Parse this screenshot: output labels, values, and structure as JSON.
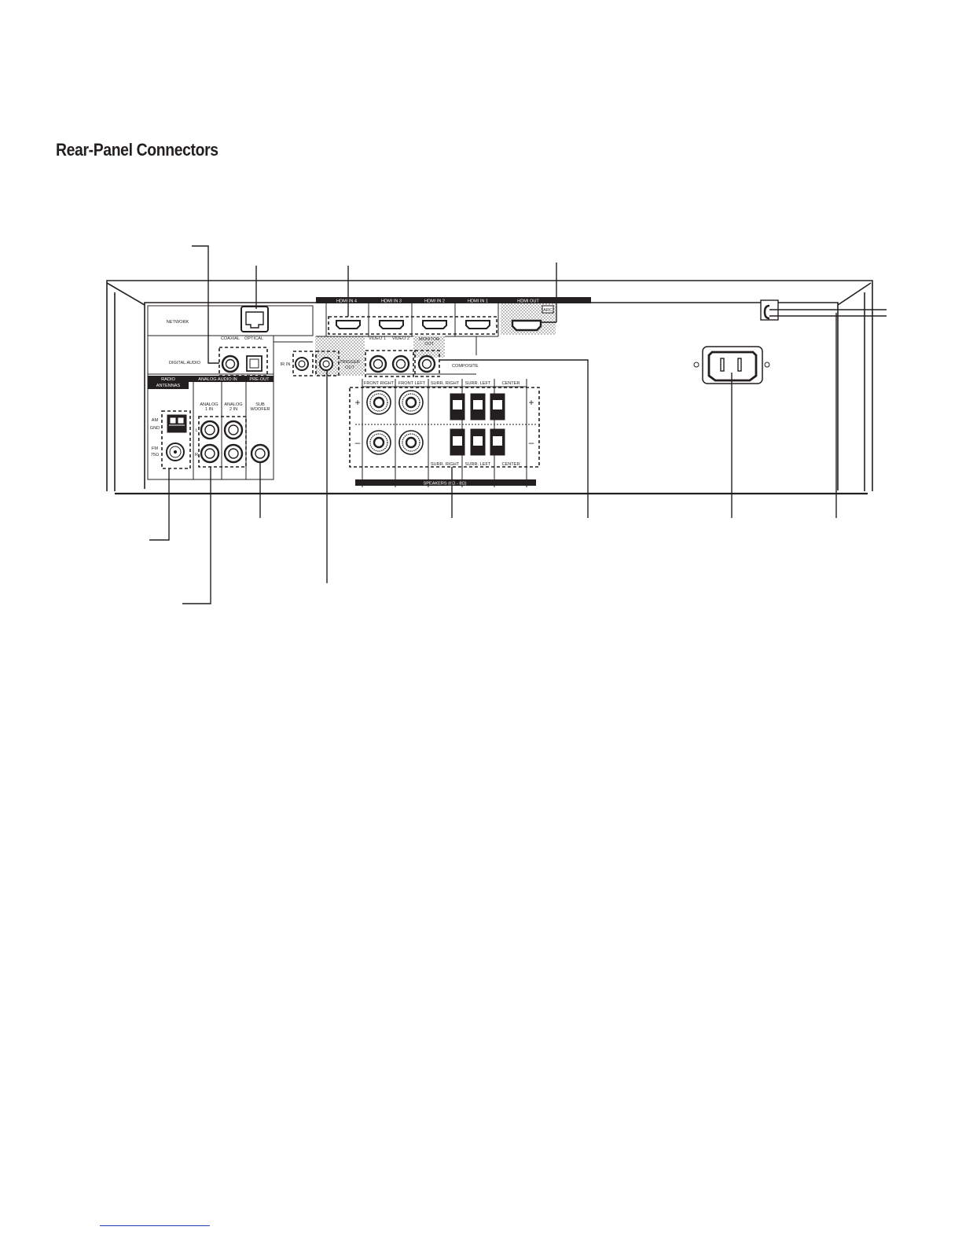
{
  "page": {
    "heading": "Rear-Panel Connectors"
  },
  "panel": {
    "network_label": "NETWORK",
    "digital_audio_label": "DIGITAL AUDIO",
    "coaxial_label": "COAXIAL",
    "optical_label": "OPTICAL",
    "ir_in_label": "IR IN",
    "trigger_out_label": [
      "TRIGGER",
      "OUT"
    ],
    "radio_antennas_label": [
      "RADIO",
      "ANTENNAS"
    ],
    "analog_audio_in_label": "ANALOG AUDIO IN",
    "pre_out_label": "PRE-OUT",
    "am_label": "AM",
    "gnd_label": "GND",
    "fm_label": [
      "FM",
      "75Ω"
    ],
    "analog1_label": [
      "ANALOG",
      "1 IN"
    ],
    "analog2_label": [
      "ANALOG",
      "2 IN"
    ],
    "subwoofer_label": [
      "SUB",
      "WOOFER"
    ],
    "l_label": "L",
    "r_label": "R",
    "hdmi_labels": [
      "HDMI IN 4",
      "HDMI IN 3",
      "HDMI IN 2",
      "HDMI IN 1",
      "HDMI OUT"
    ],
    "arc_label": "ARC",
    "video1_label": "VIDEO 1",
    "video2_label": "VIDEO 2",
    "monitor_out_label": [
      "MONITOR",
      "OUT"
    ],
    "composite_label": "COMPOSITE",
    "speaker_top_labels": [
      "FRONT RIGHT",
      "FRONT LEFT",
      "SURR. RIGHT",
      "SURR. LEFT",
      "CENTER"
    ],
    "speaker_bottom_labels": [
      "SURR. RIGHT",
      "SURR. LEFT",
      "CENTER"
    ],
    "speakers_label": "SPEAKERS (6Ω - 8Ω)",
    "plus": "+",
    "minus": "–"
  }
}
